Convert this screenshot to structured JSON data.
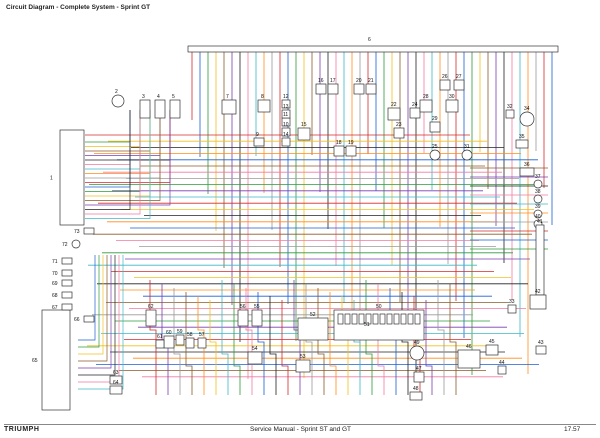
{
  "header": {
    "title": "Circuit Diagram - Complete System - Sprint GT"
  },
  "footer": {
    "manual": "Service Manual - Sprint ST and GT",
    "page": "17.57",
    "brand": "TRIUMPH"
  },
  "colors": {
    "wire_colors": [
      "#d22a2a",
      "#1e5fd0",
      "#2c9a3a",
      "#f0c020",
      "#8b5a2b",
      "#7a3fb0",
      "#222222",
      "#f07aa0",
      "#3fb7c8",
      "#ff8c1a",
      "#9a9a9a"
    ],
    "component": "#333333"
  },
  "components": [
    {
      "id": "1"
    },
    {
      "id": "2"
    },
    {
      "id": "3"
    },
    {
      "id": "4"
    },
    {
      "id": "5"
    },
    {
      "id": "6"
    },
    {
      "id": "7"
    },
    {
      "id": "8"
    },
    {
      "id": "9"
    },
    {
      "id": "10"
    },
    {
      "id": "11"
    },
    {
      "id": "12"
    },
    {
      "id": "13"
    },
    {
      "id": "14"
    },
    {
      "id": "15"
    },
    {
      "id": "16"
    },
    {
      "id": "17"
    },
    {
      "id": "18"
    },
    {
      "id": "19"
    },
    {
      "id": "20"
    },
    {
      "id": "21"
    },
    {
      "id": "22"
    },
    {
      "id": "23"
    },
    {
      "id": "24"
    },
    {
      "id": "25"
    },
    {
      "id": "26"
    },
    {
      "id": "27"
    },
    {
      "id": "28"
    },
    {
      "id": "29"
    },
    {
      "id": "30"
    },
    {
      "id": "31"
    },
    {
      "id": "32"
    },
    {
      "id": "33"
    },
    {
      "id": "34"
    },
    {
      "id": "35"
    },
    {
      "id": "36"
    },
    {
      "id": "37"
    },
    {
      "id": "38"
    },
    {
      "id": "39"
    },
    {
      "id": "40"
    },
    {
      "id": "41"
    },
    {
      "id": "42"
    },
    {
      "id": "43"
    },
    {
      "id": "44"
    },
    {
      "id": "45"
    },
    {
      "id": "46"
    },
    {
      "id": "47"
    },
    {
      "id": "48"
    },
    {
      "id": "49"
    },
    {
      "id": "50"
    },
    {
      "id": "51"
    },
    {
      "id": "52"
    },
    {
      "id": "53"
    },
    {
      "id": "54"
    },
    {
      "id": "55"
    },
    {
      "id": "56"
    },
    {
      "id": "57"
    },
    {
      "id": "58"
    },
    {
      "id": "59"
    },
    {
      "id": "60"
    },
    {
      "id": "61"
    },
    {
      "id": "62"
    },
    {
      "id": "63"
    },
    {
      "id": "64"
    },
    {
      "id": "65"
    },
    {
      "id": "66"
    },
    {
      "id": "67"
    },
    {
      "id": "68"
    },
    {
      "id": "69"
    },
    {
      "id": "70"
    },
    {
      "id": "71"
    },
    {
      "id": "72"
    },
    {
      "id": "73"
    }
  ]
}
